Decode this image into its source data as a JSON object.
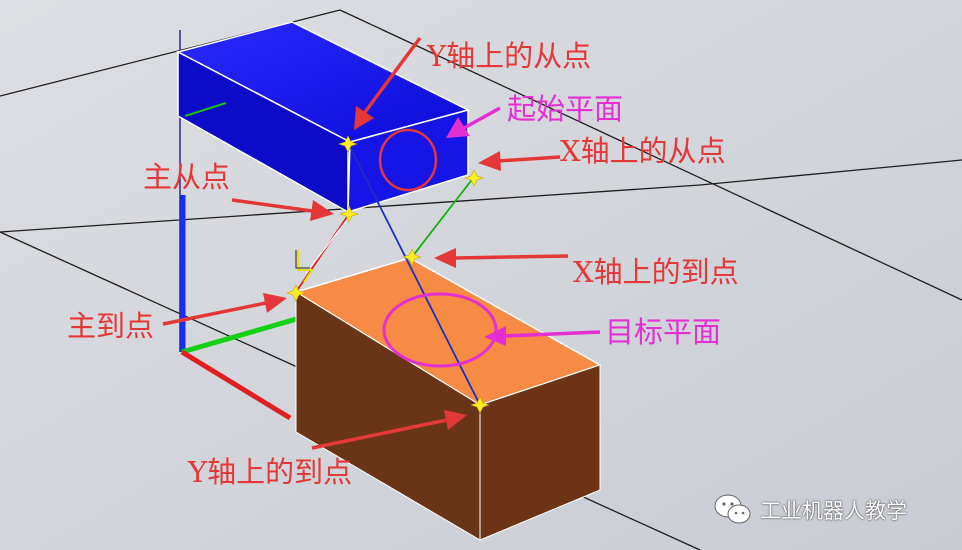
{
  "labels": {
    "y_slave": "Y轴上的从点",
    "start_plane": "起始平面",
    "x_slave": "X轴上的从点",
    "main_slave": "主从点",
    "x_arrive": "X轴上的到点",
    "main_arrive": "主到点",
    "target_plane": "目标平面",
    "y_arrive": "Y轴上的到点"
  },
  "watermark": {
    "text": "工业机器人教学",
    "icon": "wechat-icon"
  },
  "colors": {
    "annotation_red": "#e43838",
    "annotation_magenta": "#e42fd2",
    "blue_box": "#1010f0",
    "orange_box": "#f68840",
    "point_marker": "#ffee22"
  }
}
